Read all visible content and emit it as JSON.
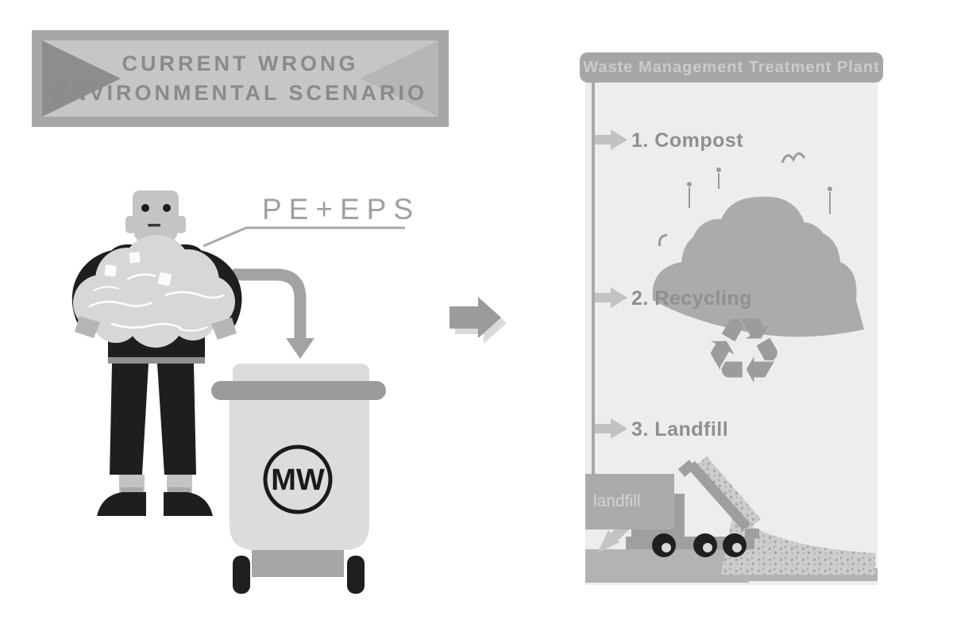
{
  "banner": {
    "line1": "CURRENT WRONG",
    "line2": "ENVIRONMENTAL SCENARIO"
  },
  "left_scene": {
    "material_label": "PE+EPS",
    "bin_logo": "MW"
  },
  "right_panel": {
    "header": "Waste Management Treatment Plant",
    "options": [
      {
        "label": "1. Compost"
      },
      {
        "label": "2. Recycling"
      },
      {
        "label": "3. Landfill"
      }
    ],
    "landfill_sign": "landfill",
    "recycle_symbol": "♻"
  },
  "colors": {
    "ink_dark": "#1e1e1e",
    "gray_mid": "#9b9b9b",
    "gray_light": "#d7d7d7",
    "panel_bg": "#ededed",
    "label_gray": "#8f8f8f",
    "banner_frame": "#a6a6a6"
  }
}
